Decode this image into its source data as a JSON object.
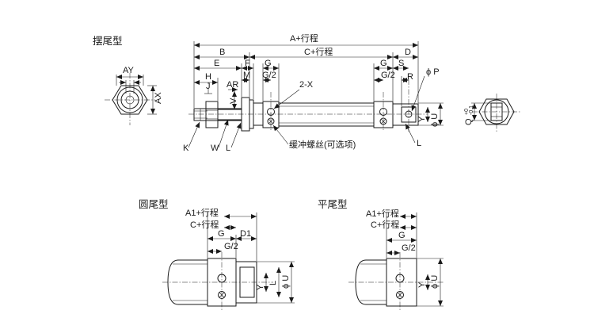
{
  "titles": {
    "swing_tail": "摆尾型",
    "round_tail": "圆尾型",
    "flat_tail": "平尾型"
  },
  "labels": {
    "AY": "AY",
    "AX": "AX",
    "A_stroke": "A+行程",
    "B": "B",
    "C_stroke": "C+行程",
    "E": "E",
    "F": "F",
    "G": "G",
    "D": "D",
    "H": "H",
    "M": "M",
    "G_half": "G/2",
    "S": "S",
    "R": "R",
    "phiP": "ϕ P",
    "J": "J",
    "AR": "AR",
    "two_X": "2-X",
    "V": "V",
    "Y": "Y",
    "phiU": "ϕ U",
    "Q_tol": "Q",
    "Q_plus": "+0",
    "Q_minus": "-0.1",
    "K": "K",
    "W": "W",
    "L": "L",
    "cushion_note": "缓冲螺丝(可选项)",
    "A1_stroke": "A1+行程",
    "D1": "D1"
  }
}
